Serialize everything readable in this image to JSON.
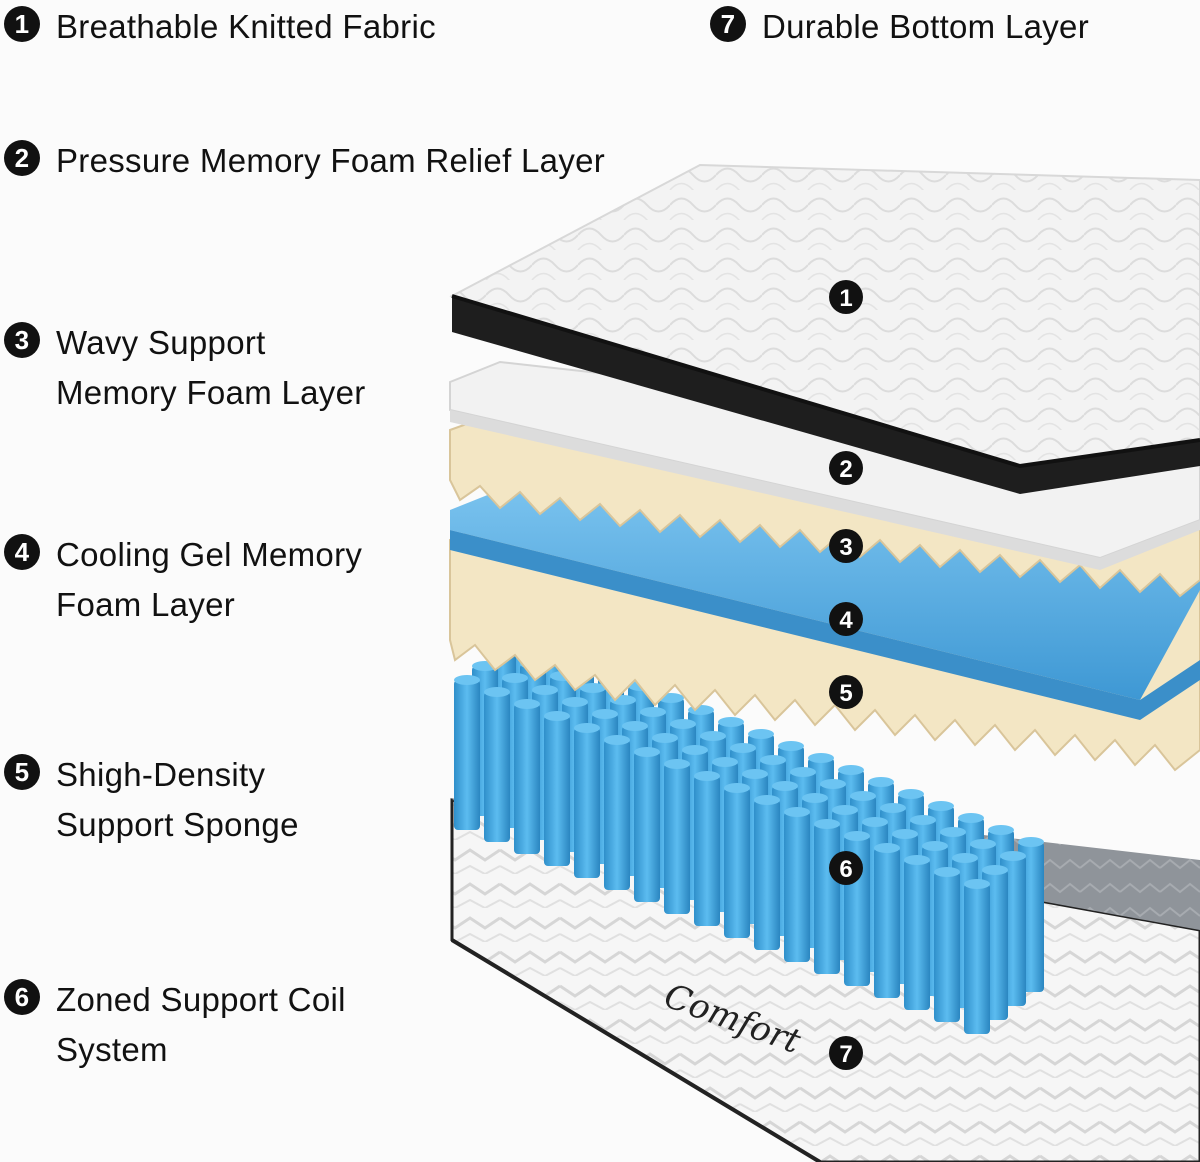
{
  "layers": [
    {
      "number": "1",
      "lines": [
        "Breathable Knitted Fabric"
      ]
    },
    {
      "number": "2",
      "lines": [
        "Pressure Memory Foam Relief Layer"
      ]
    },
    {
      "number": "3",
      "lines": [
        "Wavy Support",
        "Memory Foam Layer"
      ]
    },
    {
      "number": "4",
      "lines": [
        "Cooling Gel Memory",
        "Foam Layer"
      ]
    },
    {
      "number": "5",
      "lines": [
        "Shigh-Density",
        "Support Sponge"
      ]
    },
    {
      "number": "6",
      "lines": [
        "Zoned Support Coil",
        "System"
      ]
    },
    {
      "number": "7",
      "lines": [
        "Durable Bottom Layer"
      ]
    }
  ],
  "brand_text": "Comfort",
  "colors": {
    "badge": "#111111",
    "knit_fabric": "#f4f4f4",
    "border_band": "#1e1e1e",
    "relief_foam": "#f2f2f2",
    "wavy_foam": "#f3e6c4",
    "gel_foam": "#5aaee0",
    "coil": "#3aa0d8",
    "bottom_grey": "#8a8f95"
  }
}
